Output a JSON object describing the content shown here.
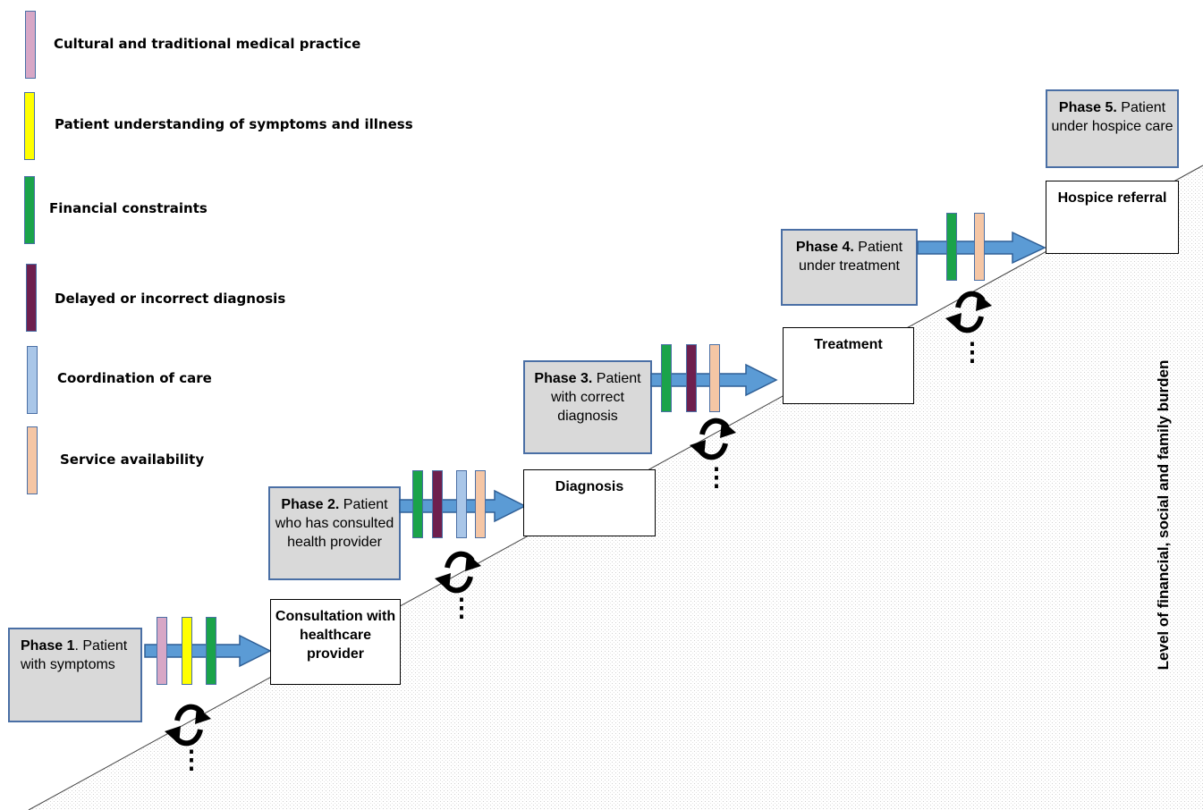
{
  "colors": {
    "cultural": "#d7a7c6",
    "understanding": "#ffff00",
    "financial": "#1aa34a",
    "diagnosis_delay": "#6e1f4e",
    "coordination": "#a9c6e8",
    "service": "#f5c6a5",
    "arrow": "#5b9bd5",
    "phase_fill": "#d9d9d9"
  },
  "legend": [
    {
      "key": "cultural",
      "label": "Cultural and traditional medical practice"
    },
    {
      "key": "understanding",
      "label": "Patient understanding of symptoms and illness"
    },
    {
      "key": "financial",
      "label": "Financial constraints"
    },
    {
      "key": "diagnosis_delay",
      "label": "Delayed or incorrect diagnosis"
    },
    {
      "key": "coordination",
      "label": "Coordination of care"
    },
    {
      "key": "service",
      "label": "Service availability"
    }
  ],
  "phases": [
    {
      "num": "Phase 1",
      "sep": ".",
      "text": " Patient with symptoms",
      "barriers": [
        "cultural",
        "understanding",
        "financial"
      ]
    },
    {
      "num": "Phase 2.",
      "sep": "",
      "text": " Patient who has consulted health provider",
      "barriers": [
        "financial",
        "diagnosis_delay",
        "coordination",
        "service"
      ]
    },
    {
      "num": "Phase 3.",
      "sep": "",
      "text": " Patient with correct diagnosis",
      "barriers": [
        "financial",
        "diagnosis_delay",
        "service"
      ]
    },
    {
      "num": "Phase 4.",
      "sep": "",
      "text": " Patient under treatment",
      "barriers": [
        "financial",
        "service"
      ]
    },
    {
      "num": "Phase 5.",
      "sep": "",
      "text": " Patient under hospice care",
      "barriers": []
    }
  ],
  "steps": [
    "Consultation with healthcare provider",
    "Diagnosis",
    "Treatment",
    "Hospice referral"
  ],
  "cycle_dots": "⋮",
  "burden_label": "Level of financial, social and family burden"
}
